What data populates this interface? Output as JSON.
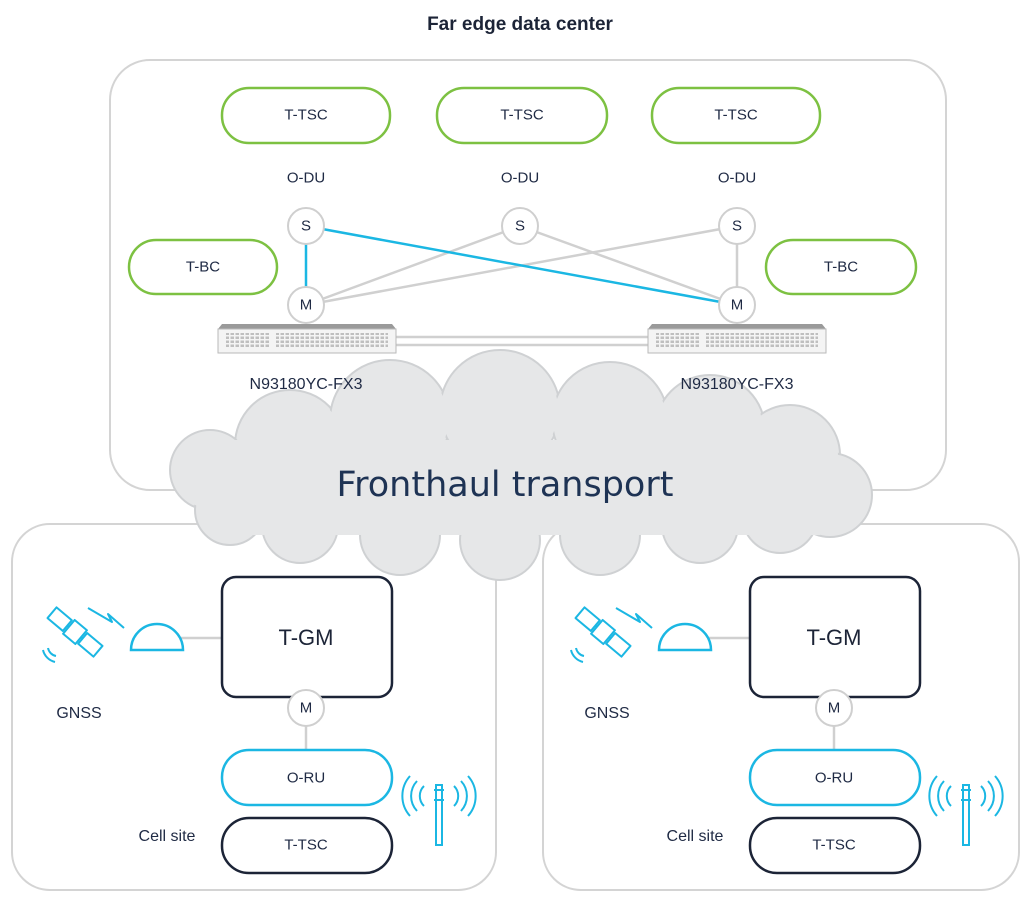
{
  "title": "Far edge data center",
  "transport_label": "Fronthaul transport",
  "data_center": {
    "tsc_label": "T-TSC",
    "du_label": "O-DU",
    "bc_label": "T-BC",
    "slave_port": "S",
    "master_port": "M",
    "switch_left_model": "N93180YC-FX3",
    "switch_right_model": "N93180YC-FX3"
  },
  "cell_site_left": {
    "gm_label": "T-GM",
    "master_port": "M",
    "ru_label": "O-RU",
    "tsc_label": "T-TSC",
    "gnss_label": "GNSS",
    "site_label": "Cell site"
  },
  "cell_site_right": {
    "gm_label": "T-GM",
    "master_port": "M",
    "ru_label": "O-RU",
    "tsc_label": "T-TSC",
    "gnss_label": "GNSS",
    "site_label": "Cell site"
  },
  "colors": {
    "green": "#7dc142",
    "cyan": "#1bb7e3",
    "navy": "#1c2437",
    "panel_border": "#d4d4d4",
    "link_grey": "#d0d0d0",
    "cloud_fill": "#e6e7e8"
  }
}
